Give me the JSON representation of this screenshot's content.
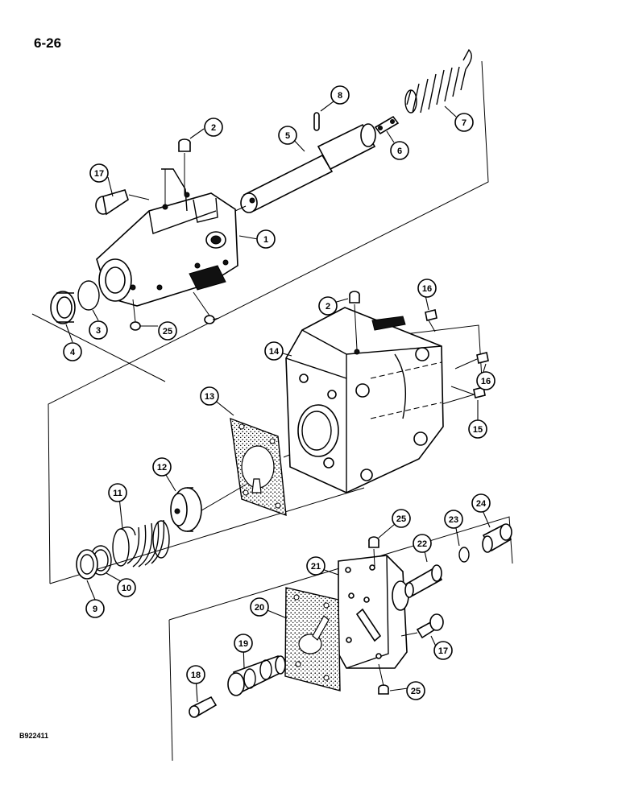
{
  "page_label": "6-26",
  "figure_code": "B922411",
  "callouts": [
    {
      "id": "c1",
      "label": "1"
    },
    {
      "id": "c2a",
      "label": "2"
    },
    {
      "id": "c2b",
      "label": "2"
    },
    {
      "id": "c3",
      "label": "3"
    },
    {
      "id": "c4",
      "label": "4"
    },
    {
      "id": "c5",
      "label": "5"
    },
    {
      "id": "c6",
      "label": "6"
    },
    {
      "id": "c7",
      "label": "7"
    },
    {
      "id": "c8",
      "label": "8"
    },
    {
      "id": "c9",
      "label": "9"
    },
    {
      "id": "c10",
      "label": "10"
    },
    {
      "id": "c11",
      "label": "11"
    },
    {
      "id": "c12",
      "label": "12"
    },
    {
      "id": "c13",
      "label": "13"
    },
    {
      "id": "c14",
      "label": "14"
    },
    {
      "id": "c15",
      "label": "15"
    },
    {
      "id": "c16a",
      "label": "16"
    },
    {
      "id": "c16b",
      "label": "16"
    },
    {
      "id": "c17a",
      "label": "17"
    },
    {
      "id": "c17b",
      "label": "17"
    },
    {
      "id": "c18",
      "label": "18"
    },
    {
      "id": "c19",
      "label": "19"
    },
    {
      "id": "c20",
      "label": "20"
    },
    {
      "id": "c21",
      "label": "21"
    },
    {
      "id": "c22",
      "label": "22"
    },
    {
      "id": "c23",
      "label": "23"
    },
    {
      "id": "c24",
      "label": "24"
    },
    {
      "id": "c25a",
      "label": "25"
    },
    {
      "id": "c25b",
      "label": "25"
    },
    {
      "id": "c25c",
      "label": "25"
    }
  ]
}
